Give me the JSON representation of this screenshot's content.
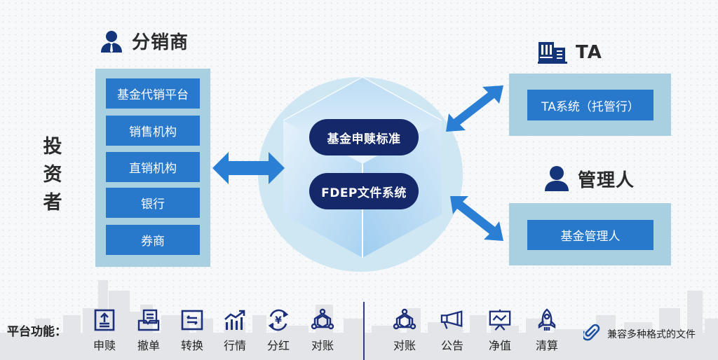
{
  "colors": {
    "navy": "#14286a",
    "box_blue": "#2878cc",
    "panel_blue": "#a8d0e0",
    "circle_blue": "#cfe7f3",
    "arrow_blue": "#2a7fd4"
  },
  "investor": {
    "label": [
      "投",
      "资",
      "者"
    ]
  },
  "distributor": {
    "title": "分销商",
    "icon": "businessman-icon",
    "items": [
      {
        "label": "基金代销平台"
      },
      {
        "label": "销售机构"
      },
      {
        "label": "直销机构"
      },
      {
        "label": "银行"
      },
      {
        "label": "券商"
      }
    ]
  },
  "center": {
    "items": [
      {
        "label": "基金申赎标准"
      },
      {
        "label": "FDEP文件系统"
      }
    ]
  },
  "ta": {
    "title": "TA",
    "icon": "building-icon",
    "box_label": "TA系统（托管行）"
  },
  "manager": {
    "title": "管理人",
    "icon": "person-icon",
    "box_label": "基金管理人"
  },
  "platform": {
    "label": "平台功能：",
    "features_left": [
      {
        "label": "申赎",
        "icon": "upload-icon"
      },
      {
        "label": "撤单",
        "icon": "inbox-document-icon"
      },
      {
        "label": "转换",
        "icon": "exchange-icon"
      },
      {
        "label": "行情",
        "icon": "market-chart-icon"
      },
      {
        "label": "分红",
        "icon": "yen-cycle-icon"
      },
      {
        "label": "对账",
        "icon": "network-hub-icon"
      }
    ],
    "features_right": [
      {
        "label": "对账",
        "icon": "network-hub-icon"
      },
      {
        "label": "公告",
        "icon": "megaphone-icon"
      },
      {
        "label": "净值",
        "icon": "presentation-chart-icon"
      },
      {
        "label": "清算",
        "icon": "rocket-icon"
      }
    ],
    "compat_text": "兼容多种格式的文件",
    "compat_icon": "paperclip-icon"
  }
}
